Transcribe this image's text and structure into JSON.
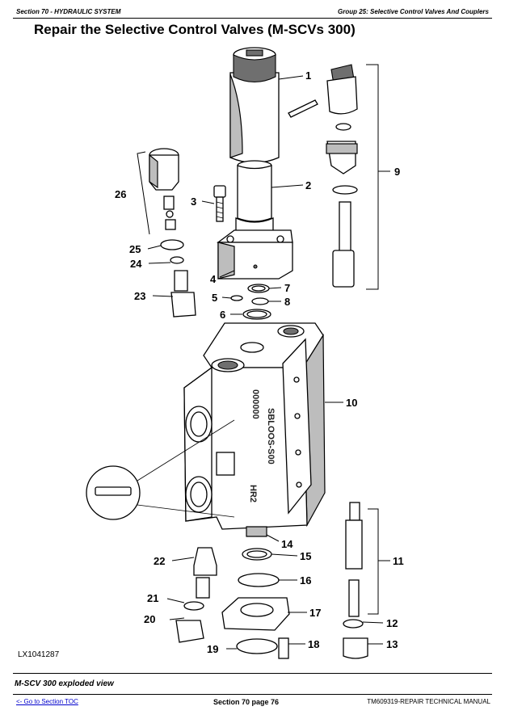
{
  "header": {
    "section": "Section 70 - HYDRAULIC SYSTEM",
    "group": "Group 25: Selective Control Valves And Couplers"
  },
  "page_title": "Repair the Selective Control Valves (M-SCVs 300)",
  "figure": {
    "id": "LX1041287",
    "caption": "M-SCV 300 exploded view",
    "callouts": [
      "1",
      "2",
      "3",
      "4",
      "5",
      "6",
      "7",
      "8",
      "9",
      "10",
      "11",
      "12",
      "13",
      "14",
      "15",
      "16",
      "17",
      "18",
      "19",
      "20",
      "21",
      "22",
      "23",
      "24",
      "25",
      "26"
    ],
    "body_markings": [
      "000000",
      "SBLOOS-S00",
      "HR2"
    ]
  },
  "footer": {
    "toc_link": "<- Go to Section TOC",
    "page": "Section 70 page 76",
    "manual": "TM609319-REPAIR TECHNICAL MANUAL"
  }
}
